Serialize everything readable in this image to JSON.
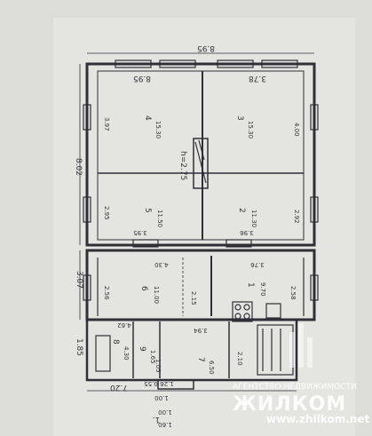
{
  "overall_width": "8.95",
  "overall_height": "8.02",
  "dims_top_left": "8.95",
  "dims_top_right": "3.78",
  "room_4": {
    "number": "4",
    "area": "15.30"
  },
  "room_3": {
    "number": "3",
    "area": "15.30"
  },
  "room_5": {
    "number": "5",
    "area": "11.50"
  },
  "room_2": {
    "number": "2",
    "area": "11.30"
  },
  "room_6": {
    "number": "6",
    "area": "11.00"
  },
  "room_1": {
    "number": "1",
    "area": "9.70"
  },
  "room_8": {
    "number": "8",
    "area": "4.30"
  },
  "room_7": {
    "number": "7",
    "area": "6.50"
  },
  "room_9": {
    "number": "9",
    "area": "1.65"
  },
  "height_label": "h=2.75",
  "left_upper_dim": "3.97",
  "right_upper_dim": "4.00",
  "left_mid_dim": "2.95",
  "right_mid_dim": "2.92",
  "mid_left_dim": "3.95",
  "mid_right_dim": "3.96",
  "left_outer_lower": "3.07",
  "room6_left": "2.56",
  "room6_top": "4.30",
  "room6_h": "2.15",
  "room1_top": "3.76",
  "room1_right": "2.58",
  "bottom_left_outer": "1.85",
  "bath_w": "4.62",
  "bath_inner": "1.05",
  "corridor_w": "3.94",
  "small_210": "2.10",
  "bottom_720": "7.20",
  "bottom_small_a": "0.55",
  "bottom_small_b": "1.26",
  "bottom_small_c": "1.00",
  "bottom_small_d": "1.00",
  "bottom_1": "1.",
  "bottom_1_60": "1.60",
  "watermark": {
    "agency": "АГЕНТСТВО НЕДВИЖИМОСТИ",
    "brand": "ЖИЛКОМ",
    "url": "www.zhilkom.net"
  }
}
